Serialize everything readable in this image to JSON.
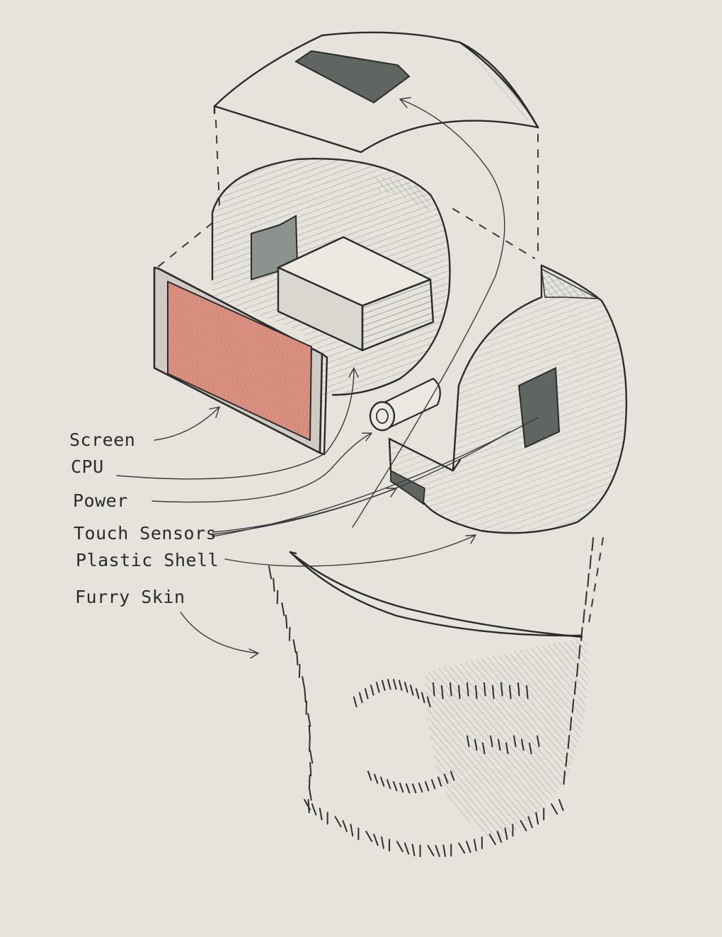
{
  "labels": {
    "screen": "Screen",
    "cpu": "CPU",
    "power": "Power",
    "touch_sensors": "Touch Sensors",
    "plastic_shell": "Plastic Shell",
    "furry_skin": "Furry Skin"
  },
  "colors": {
    "paper": "#e6e3dd",
    "ink": "#2b2b2b",
    "screen_fill": "#d88f80",
    "shading": "#9aa19c",
    "sensor_pad": "#5f6561"
  }
}
